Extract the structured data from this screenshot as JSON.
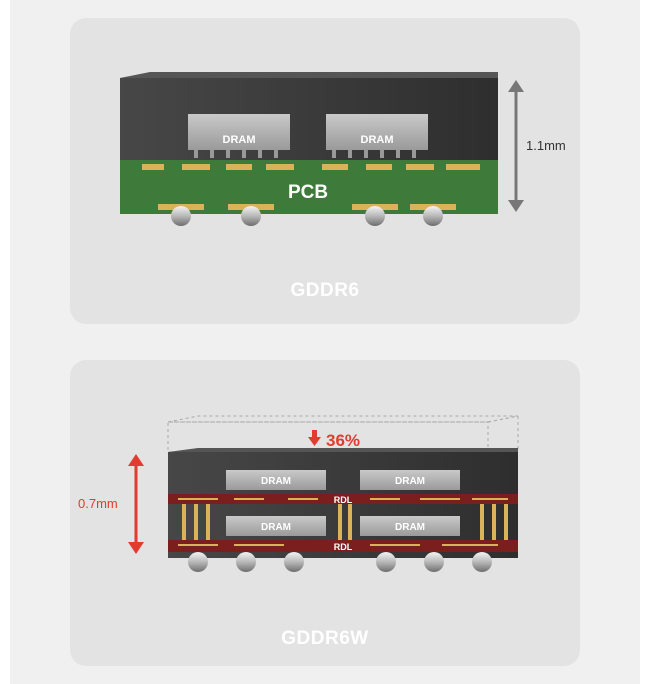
{
  "gddr6": {
    "caption": "GDDR6",
    "chip_labels": [
      "DRAM",
      "DRAM"
    ],
    "pcb_label": "PCB",
    "height_label": "1.1mm"
  },
  "gddr6w": {
    "caption": "GDDR6W",
    "chip_labels": [
      "DRAM",
      "DRAM",
      "DRAM",
      "DRAM"
    ],
    "rdl_labels": [
      "RDL",
      "RDL"
    ],
    "height_label": "0.7mm",
    "reduction_label": "36%"
  },
  "colors": {
    "panel": "#e3e3e3",
    "mold": "#3a3a3a",
    "pcb": "#3e7a3a",
    "rdl": "#7a1e1e",
    "gold": "#d9b25a",
    "accent": "#e23b2f"
  }
}
